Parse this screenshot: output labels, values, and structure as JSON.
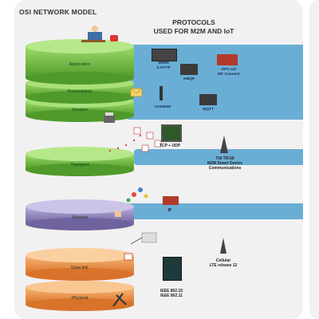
{
  "diagram": {
    "title": "OSI NETWORK MODEL",
    "protocols_title_line1": "PROTOCOLS",
    "protocols_title_line2": "USED FOR M2M AND IoT",
    "layers": {
      "application": "Application",
      "presentation": "Presentation",
      "session": "Session",
      "transport": "Transport",
      "network": "Network",
      "datalink": "Data link",
      "physical": "Physical"
    },
    "protocols": {
      "www_http_1": "WWW",
      "www_http_2": "& HTTP",
      "amqp": "AMQP",
      "opcua_1": "OPC-UA",
      "opcua_2": "MT Connect",
      "onem2m": "OneM2M",
      "mqtt": "MQTT",
      "tcp_udp": "TCP + UDP",
      "tia_1": "TIA TR-50",
      "tia_2": "M2M Smart Device",
      "tia_3": "Communications",
      "ip": "IP",
      "cellular_1": "Cellular",
      "cellular_2": "LTE release 12",
      "ieee_1": "IEEE 802.15",
      "ieee_2": "IEEE 802.11"
    }
  },
  "colors": {
    "band": "#6aaed6",
    "layer_green": "#7cc84a",
    "layer_purple": "#9b8fc4",
    "layer_orange": "#f29a4a"
  }
}
